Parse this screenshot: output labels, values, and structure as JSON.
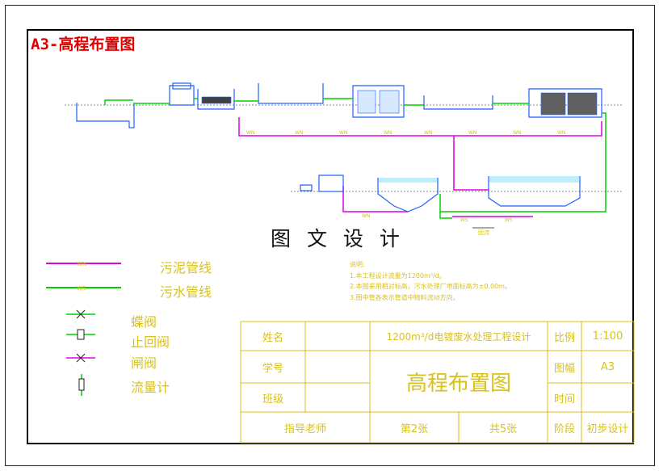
{
  "sheet": {
    "title": "A3-高程布置图",
    "center_caption": "图 文 设 计"
  },
  "pipe_tags": {
    "sludge": "WN",
    "water": "WS"
  },
  "flow_label": "回流",
  "legend": {
    "sludge_line": "污泥管线",
    "water_line": "污水管线",
    "butterfly_valve": "蝶阀",
    "check_valve": "止回阀",
    "gate_valve": "闸阀",
    "flow_meter": "流量计"
  },
  "notes": {
    "heading": "说明:",
    "lines": [
      "1.本工程设计流量为1200m³/d。",
      "2.本图采用相对标高，污水处理厂地面标高为±0.00m。",
      "3.图中管各表示管道中物料流动方向。"
    ]
  },
  "title_block": {
    "name_label": "姓名",
    "id_label": "学号",
    "class_label": "班级",
    "advisor_label": "指导老师",
    "project": "1200m³/d电镀废水处理工程设计",
    "drawing_title": "高程布置图",
    "scale_label": "比例",
    "scale_value": "1:100",
    "size_label": "图幅",
    "size_value": "A3",
    "time_label": "时间",
    "sheet_no": "第2张",
    "sheet_total": "共5张",
    "stage_label": "阶段",
    "stage_value": "初步设计"
  },
  "colors": {
    "sludge": "#e000e0",
    "water": "#00d000",
    "structure": "#2060ff",
    "equipment": "#20c8c8",
    "label_text": "#d9c21a",
    "title_red": "#e00000"
  }
}
